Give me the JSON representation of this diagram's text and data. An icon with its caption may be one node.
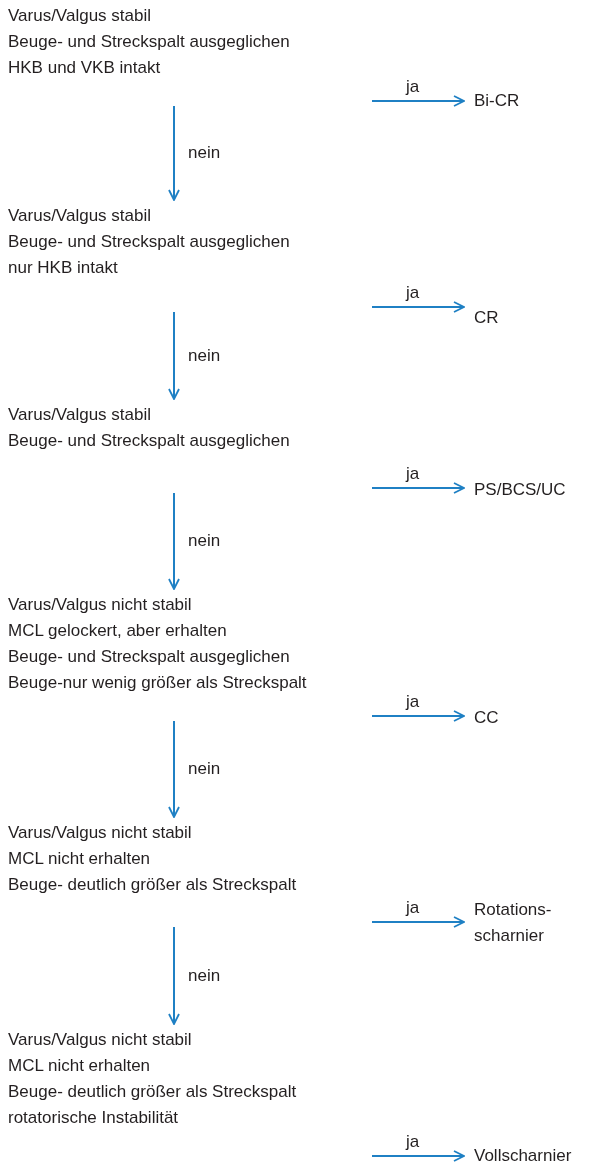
{
  "diagram": {
    "nodes": [
      {
        "text": [
          "Varus/Valgus stabil",
          "Beuge- und Streckspalt ausgeglichen",
          "HKB und VKB intakt"
        ]
      },
      {
        "text": [
          "Bi-CR"
        ]
      },
      {
        "text": [
          "Varus/Valgus stabil",
          "Beuge- und Streckspalt ausgeglichen",
          "nur HKB intakt"
        ]
      },
      {
        "text": [
          "CR"
        ]
      },
      {
        "text": [
          "Varus/Valgus stabil",
          "Beuge- und Streckspalt ausgeglichen"
        ]
      },
      {
        "text": [
          "PS/BCS/UC"
        ]
      },
      {
        "text": [
          "Varus/Valgus nicht stabil",
          "MCL gelockert, aber erhalten",
          "Beuge- und Streckspalt ausgeglichen",
          "Beuge-nur wenig größer als Streckspalt"
        ]
      },
      {
        "text": [
          "CC"
        ]
      },
      {
        "text": [
          "Varus/Valgus nicht stabil",
          "MCL nicht erhalten",
          "Beuge- deutlich größer als Streckspalt"
        ]
      },
      {
        "text": [
          "Rotations- scharnier"
        ]
      },
      {
        "text": [
          "Varus/Valgus nicht stabil",
          "MCL nicht erhalten",
          "Beuge- deutlich größer als Streckspalt",
          "rotatorische Instabilität"
        ]
      },
      {
        "text": [
          "Vollscharnier"
        ]
      }
    ],
    "edges": [
      {
        "from": null,
        "to": 1,
        "arrow": "to",
        "label": "ja"
      },
      {
        "from": 0,
        "to": 2,
        "arrow": "to",
        "label": "nein"
      },
      {
        "from": null,
        "to": 3,
        "arrow": "to",
        "label": "ja"
      },
      {
        "from": 2,
        "to": 4,
        "arrow": "to",
        "label": "nein"
      },
      {
        "from": null,
        "to": 5,
        "arrow": "to",
        "label": "ja"
      },
      {
        "from": 4,
        "to": 6,
        "arrow": "to",
        "label": "nein"
      },
      {
        "from": null,
        "to": 7,
        "arrow": "to",
        "label": "ja"
      },
      {
        "from": 6,
        "to": 8,
        "arrow": "to",
        "label": "nein"
      },
      {
        "from": null,
        "to": 9,
        "arrow": "to",
        "label": "ja"
      },
      {
        "from": 8,
        "to": 10,
        "arrow": "to",
        "label": "nein"
      },
      {
        "from": null,
        "to": 11,
        "arrow": "to",
        "label": "ja"
      }
    ]
  }
}
